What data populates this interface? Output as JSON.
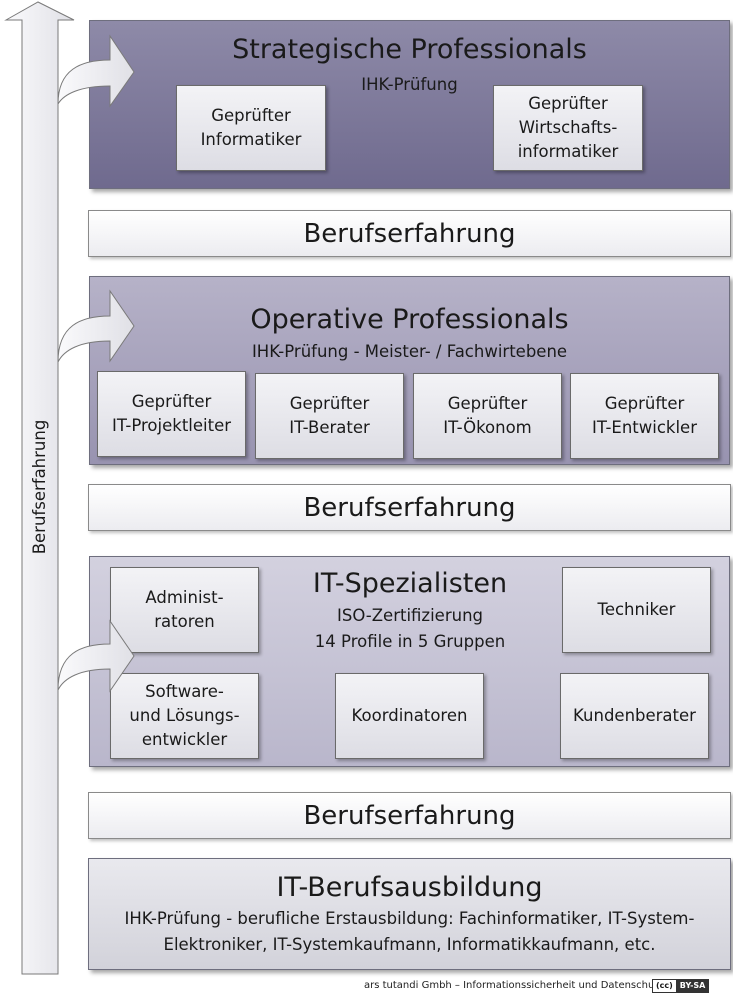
{
  "vertical_arrow": {
    "label": "Berufserfahrung"
  },
  "tier_strategic": {
    "title": "Strategische Professionals",
    "subtitle": "IHK-Prüfung",
    "boxes": [
      {
        "line1": "Geprüfter",
        "line2": "Informatiker"
      },
      {
        "line1": "Geprüfter",
        "line2": "Wirtschafts-",
        "line3": "informatiker"
      }
    ]
  },
  "bars": [
    "Berufserfahrung",
    "Berufserfahrung",
    "Berufserfahrung"
  ],
  "tier_operative": {
    "title": "Operative Professionals",
    "subtitle": "IHK-Prüfung - Meister- / Fachwirtebene",
    "boxes": [
      {
        "line1": "Geprüfter",
        "line2": "IT-Projektleiter"
      },
      {
        "line1": "Geprüfter",
        "line2": "IT-Berater"
      },
      {
        "line1": "Geprüfter",
        "line2": "IT-Ökonom"
      },
      {
        "line1": "Geprüfter",
        "line2": "IT-Entwickler"
      }
    ]
  },
  "tier_specialists": {
    "title": "IT-Spezialisten",
    "subtitle1": "ISO-Zertifizierung",
    "subtitle2": "14 Profile in 5 Gruppen",
    "boxes": [
      {
        "line1": "Administ-",
        "line2": "ratoren"
      },
      {
        "line1": "Techniker"
      },
      {
        "line1": "Software-",
        "line2": "und Lösungs-",
        "line3": "entwickler"
      },
      {
        "line1": "Koordinatoren"
      },
      {
        "line1": "Kundenberater"
      }
    ]
  },
  "tier_training": {
    "title": "IT-Berufsausbildung",
    "line1": "IHK-Prüfung - berufliche Erstausbildung: Fachinformatiker, IT-System-",
    "line2": "Elektroniker, IT-Systemkaufmann, Informatikkaufmann, etc."
  },
  "footer": {
    "credit": "ars tutandi Gmbh – Informationssicherheit und Datenschutz",
    "license_cc": "(cc)",
    "license_type": "BY-SA"
  },
  "colors": {
    "strategic": "#7a7698",
    "operative": "#a8a4bd",
    "specialists": "#c8c6d6",
    "training": "#dcdce3",
    "arrow_fill": "#f2f2f5",
    "arrow_stroke": "#7a7a7a"
  }
}
